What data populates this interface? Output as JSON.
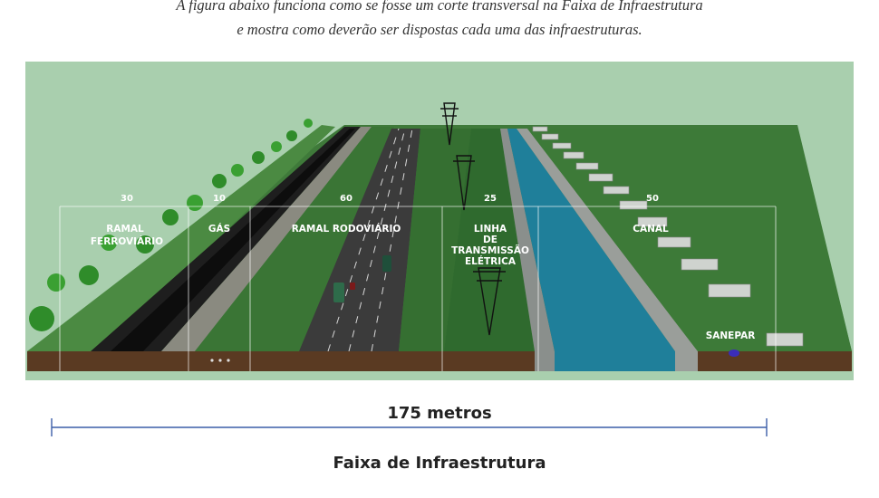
{
  "caption": {
    "line1": "A figura abaixo funciona como se fosse um corte transversal na Faixa de Infraestrutura",
    "line2": "e mostra como deverão ser dispostas cada uma das infraestruturas."
  },
  "segments": [
    {
      "width": "30",
      "label": [
        "RAMAL",
        "FERROVIÁRIO"
      ]
    },
    {
      "width": "10",
      "label": [
        "GÁS"
      ]
    },
    {
      "width": "60",
      "label": [
        "RAMAL RODOVIÁRIO"
      ]
    },
    {
      "width": "25",
      "label": [
        "LINHA",
        "DE",
        "TRANSMISSÃO",
        "ELÉTRICA"
      ]
    },
    {
      "width": "50",
      "label": [
        "CANAL"
      ]
    }
  ],
  "sanepar_label": "SANEPAR",
  "total_measure": "175 metros",
  "title": "Faixa de Infraestrutura",
  "colors": {
    "sky": "#a9cfae",
    "grass": "#3f7a3a",
    "grass_dark": "#2f5e2c",
    "soil": "#5a3a22",
    "asphalt": "#3b3b3b",
    "water": "#1f7f9a",
    "measure_line": "#3b5ea8"
  }
}
